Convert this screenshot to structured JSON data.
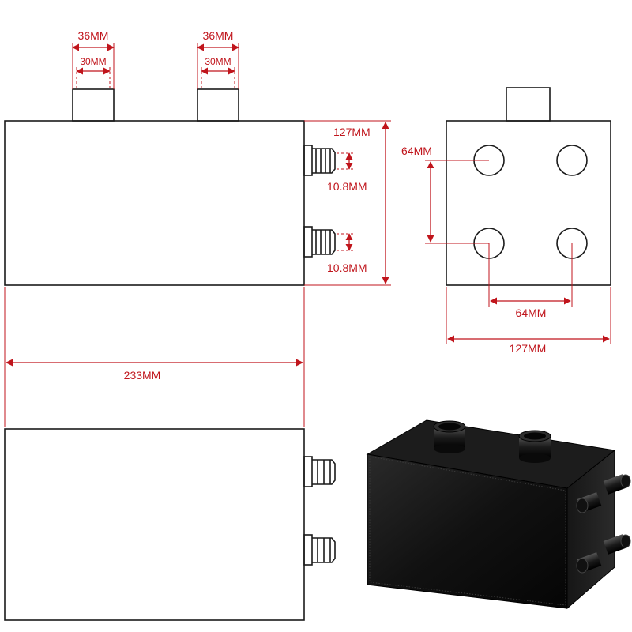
{
  "dimensions": {
    "top_left_outer": "36MM",
    "top_left_inner": "30MM",
    "top_right_outer": "36MM",
    "top_right_inner": "30MM",
    "side_fitting_upper": "10.8MM",
    "side_fitting_lower": "10.8MM",
    "height": "127MM",
    "length": "233MM",
    "end_view_vertical_spacing": "64MM",
    "end_view_horizontal_spacing": "64MM",
    "end_view_width": "127MM"
  },
  "colors": {
    "dimension": "#c0151c",
    "outline": "#1a1a1a",
    "tank_body": "#0d0d0d"
  }
}
